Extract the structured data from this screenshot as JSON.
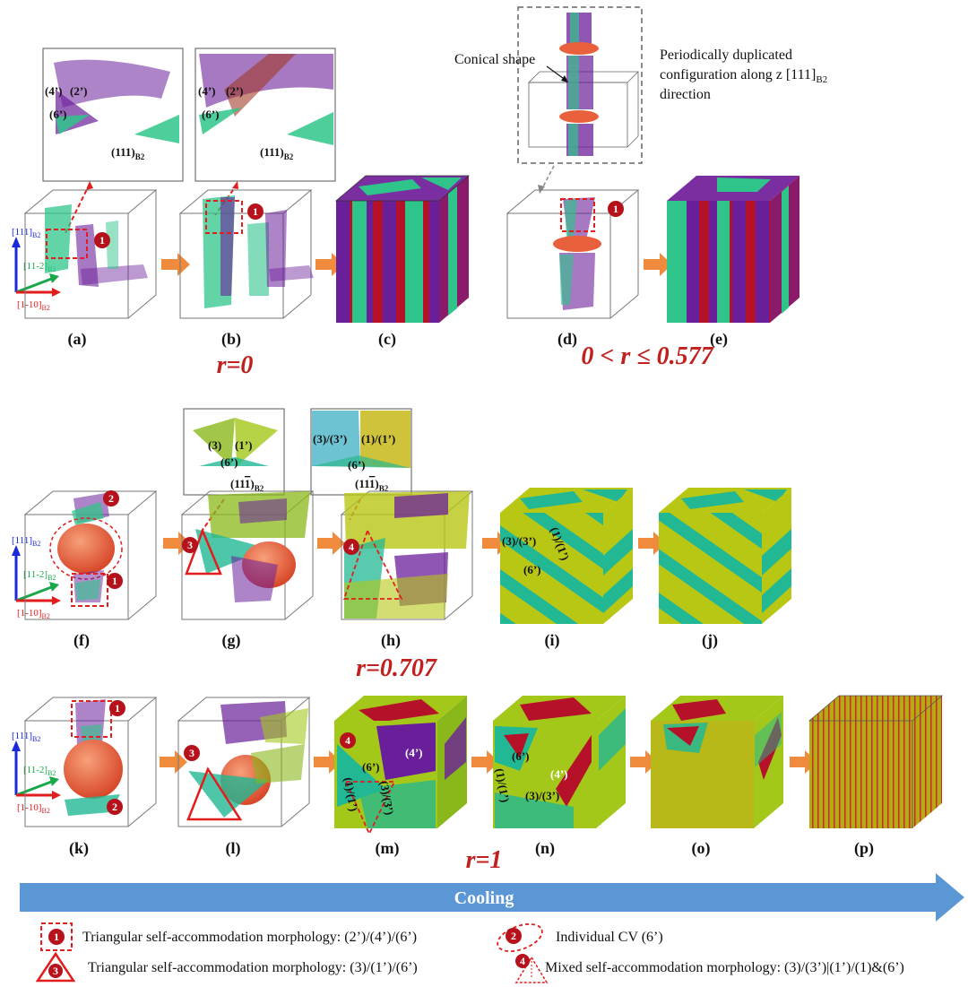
{
  "panel_labels": [
    "(a)",
    "(b)",
    "(c)",
    "(d)",
    "(e)",
    "(f)",
    "(g)",
    "(h)",
    "(i)",
    "(j)",
    "(k)",
    "(l)",
    "(m)",
    "(n)",
    "(o)",
    "(p)"
  ],
  "conditions": {
    "r0": "r=0",
    "r_range": "0 < r ≤ 0.577",
    "r0707": "r=0.707",
    "r1": "r=1"
  },
  "axes": {
    "z": "[111]",
    "y": "[11-2]",
    "x": "[1-10]",
    "subscript": "B2"
  },
  "annotations": {
    "conical_shape": "Conical shape",
    "periodic_line1": "Periodically duplicated",
    "periodic_line2": "configuration along z [111]",
    "periodic_sub": "B2",
    "periodic_line3": "direction"
  },
  "inset_labels": {
    "a": {
      "v4": "(4’)",
      "v2": "(2’)",
      "v6": "(6’)",
      "plane": "(111)",
      "sub": "B2"
    },
    "b": {
      "v4": "(4’)",
      "v2": "(2’)",
      "v6": "(6’)",
      "plane": "(111)",
      "sub": "B2"
    },
    "g": {
      "v3": "(3)",
      "v1": "(1’)",
      "v6": "(6’)",
      "plane": "(11",
      "plane_bar": "1",
      "plane_end": ")",
      "sub": "B2"
    },
    "h": {
      "v33": "(3)/(3’)",
      "v11": "(1)/(1’)",
      "v6": "(6’)",
      "plane": "(11",
      "plane_bar": "1",
      "plane_end": ")",
      "sub": "B2"
    }
  },
  "cube_labels": {
    "i_a": "(3)/(3’)",
    "i_b": "(1)/(1’)",
    "i_c": "(6’)",
    "m_a": "(6’)",
    "m_b": "(4’)",
    "m_c": "(1)/(1’)",
    "m_d": "(3)/(3’)",
    "n_a": "(6’)",
    "n_b": "(4’)",
    "n_c": "(1)/(1’)",
    "n_d": "(3)/(3’)"
  },
  "cooling_label": "Cooling",
  "legend": [
    {
      "num": "1",
      "text": "Triangular self-accommodation morphology: (2’)/(4’)/(6’)"
    },
    {
      "num": "2",
      "text": "Individual CV (6’)"
    },
    {
      "num": "3",
      "text": "Triangular self-accommodation morphology: (3)/(1’)/(6’)"
    },
    {
      "num": "4",
      "text": "Mixed self-accommodation morphology: (3)/(3’)|(1’)/(1)&(6’)"
    }
  ],
  "colors": {
    "red_accent": "#c0201e",
    "arrow_orange": "#f08a3c",
    "cooling_blue": "#5a97d4",
    "green": "#2fc58a",
    "purple": "#6a1f9a",
    "crimson": "#b5122a",
    "yellow_green": "#b8c614",
    "teal": "#22b893",
    "sphere": "#e8603c"
  }
}
